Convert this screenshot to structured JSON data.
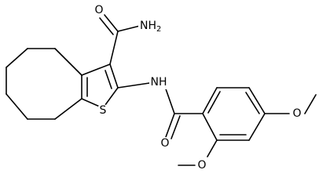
{
  "colors": {
    "background": "#ffffff",
    "bond": "#000000",
    "label": "#000000"
  },
  "atoms": {
    "carbonyl_oxygen_top": "O",
    "amide_nitrogen_top": "NH",
    "amide_nitrogen_top_subscript": "2",
    "thiophene_sulfur": "S",
    "amide_nh": "NH",
    "carbonyl_oxygen_bottom": "O",
    "methoxy_oxygen_para": "O",
    "methoxy_oxygen_ortho": "O"
  }
}
